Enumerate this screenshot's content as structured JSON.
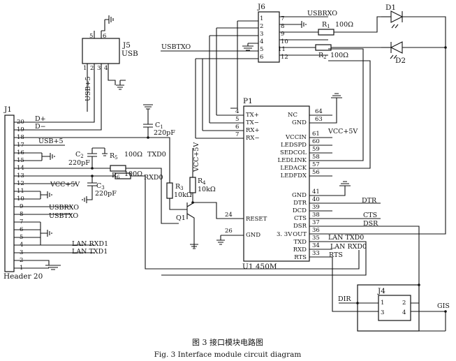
{
  "caption": {
    "cn": "图 3   接口模块电路图",
    "en": "Fig. 3   Interface module circuit diagram"
  },
  "components": {
    "j1": {
      "ref": "J1",
      "name": "Header 20",
      "pins": [
        "20",
        "19",
        "18",
        "17",
        "16",
        "15",
        "14",
        "13",
        "12",
        "11",
        "10",
        "9",
        "8",
        "7",
        "6",
        "5",
        "4",
        "3",
        "2",
        "1"
      ]
    },
    "j5": {
      "ref": "J5",
      "name": "USB",
      "pins": [
        "5",
        "6",
        "1",
        "2",
        "3",
        "4"
      ]
    },
    "j6": {
      "ref": "J6",
      "pins_left": [
        "1",
        "2",
        "3",
        "4",
        "5",
        "6"
      ],
      "pins_right": [
        "7",
        "8",
        "9",
        "10",
        "11",
        "12"
      ]
    },
    "j4": {
      "ref": "J4",
      "pins": [
        "1",
        "3",
        "2",
        "4"
      ]
    },
    "p1": {
      "ref": "P1",
      "name": "U1 450M",
      "left_pins": [
        {
          "num": "4",
          "name": "TX+"
        },
        {
          "num": "5",
          "name": "TX−"
        },
        {
          "num": "6",
          "name": "RX+"
        },
        {
          "num": "7",
          "name": "RX−"
        }
      ],
      "right_pins": [
        {
          "num": "64",
          "name": "NC"
        },
        {
          "num": "63",
          "name": "GND"
        },
        {
          "num": "61",
          "name": "VCCIN"
        },
        {
          "num": "60",
          "name": "LEDSPD"
        },
        {
          "num": "59",
          "name": "SEDCOL"
        },
        {
          "num": "58",
          "name": "LEDLINK"
        },
        {
          "num": "57",
          "name": "LEDACK"
        },
        {
          "num": "56",
          "name": "LEDFDX"
        },
        {
          "num": "41",
          "name": "GND"
        },
        {
          "num": "40",
          "name": "DTR"
        },
        {
          "num": "39",
          "name": "DCD"
        },
        {
          "num": "38",
          "name": "CTS"
        },
        {
          "num": "37",
          "name": "DSR"
        },
        {
          "num": "36",
          "name": "OUT"
        },
        {
          "num": "35",
          "name": "TXD"
        },
        {
          "num": "34",
          "name": "RXD"
        },
        {
          "num": "33",
          "name": "RTS"
        }
      ],
      "bottom_left_pins": [
        {
          "num": "24",
          "name": "RESET"
        },
        {
          "num": "26",
          "name": "GND"
        }
      ],
      "out_voltage": "3. 3V"
    },
    "passives": {
      "r1": {
        "ref": "R",
        "sub": "1",
        "value": "100Ω"
      },
      "r2": {
        "ref": "R",
        "sub": "2",
        "value": "100Ω"
      },
      "r3": {
        "ref": "R",
        "sub": "3",
        "value": "10kΩ"
      },
      "r4": {
        "ref": "R",
        "sub": "4",
        "value": "10kΩ"
      },
      "r5": {
        "ref": "R",
        "sub": "5",
        "value": "100Ω"
      },
      "r6": {
        "ref": "R",
        "sub": "6",
        "value": "100Ω"
      },
      "c1": {
        "ref": "C",
        "sub": "1",
        "value": "220pF"
      },
      "c2": {
        "ref": "C",
        "sub": "2",
        "value": "220pF"
      },
      "c3": {
        "ref": "C",
        "sub": "3",
        "value": "220pF"
      }
    },
    "q1": "Q1",
    "d1": "D1",
    "d2": "D2"
  },
  "nets": {
    "dplus": "D+",
    "dminus": "D−",
    "usb5": "USB+5",
    "usb5_label": "USB+5",
    "vcc5": "VCC+5V",
    "vcc5_vert": "VCC+5V",
    "vcc5_p1": "VCC+5V",
    "usbrxo_j1": "USBRXO",
    "usbtxo_j1": "USBTXO",
    "lan_rxd1": "LAN RXD1",
    "lan_txd1": "LAN TXD1",
    "txd0": "TXD0",
    "rxd0": "RXD0",
    "usbrxo_j6": "USBRXO",
    "usbtxo_j6": "USBTXO",
    "dtr": "DTR",
    "cts": "CTS",
    "dsr": "DSR",
    "lan_txd0": "LAN TXD0",
    "lan_rxd0": "LAN RXD0",
    "rts": "RTS",
    "dir": "DIR",
    "gis": "GIS"
  }
}
